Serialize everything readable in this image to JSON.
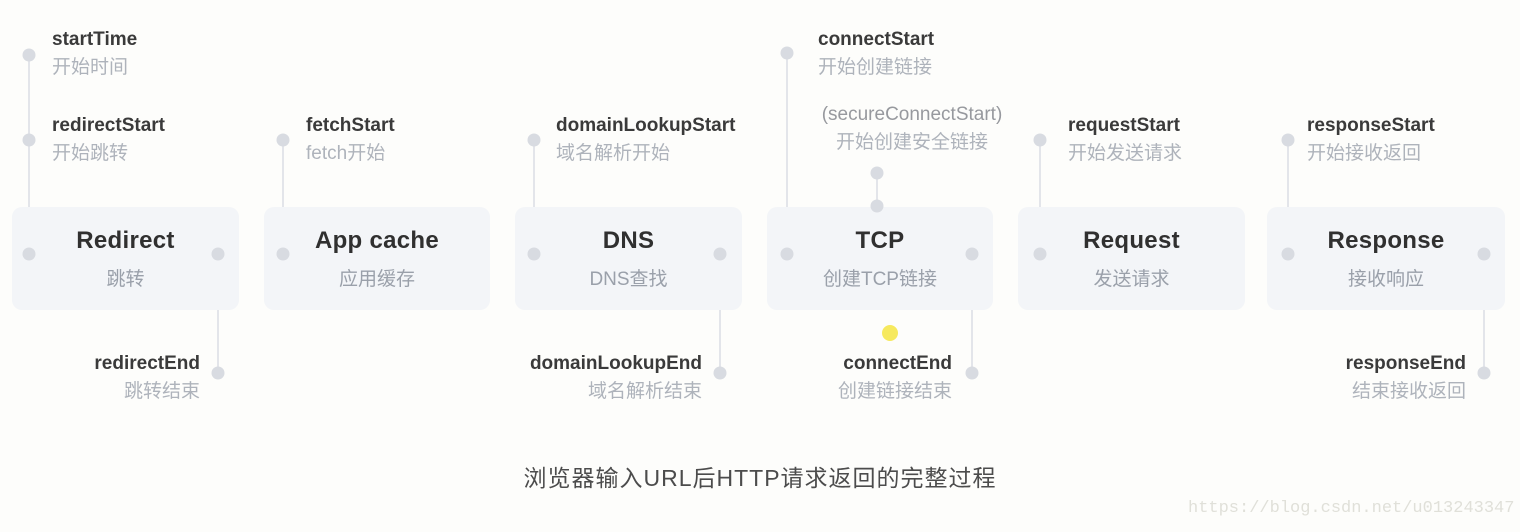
{
  "caption": "浏览器输入URL后HTTP请求返回的完整过程",
  "watermark": "https://blog.csdn.net/u013243347",
  "colors": {
    "box_background": "#f3f5f8",
    "box_title": "#303030",
    "box_subtitle": "#9aa0aa",
    "event_en": "#3a3a3a",
    "event_zh": "#aeb3bb",
    "connector": "#e3e5ea",
    "dot": "#d8dbe1",
    "yellow_marker": "#f6e95e",
    "caption_text": "#4c4c4c",
    "watermark_text": "#e0e0d9"
  },
  "phases": [
    {
      "title": "Redirect",
      "subtitle": "跳转"
    },
    {
      "title": "App cache",
      "subtitle": "应用缓存"
    },
    {
      "title": "DNS",
      "subtitle": "DNS查找"
    },
    {
      "title": "TCP",
      "subtitle": "创建TCP链接"
    },
    {
      "title": "Request",
      "subtitle": "发送请求"
    },
    {
      "title": "Response",
      "subtitle": "接收响应"
    }
  ],
  "events": {
    "startTime": {
      "en": "startTime",
      "zh": "开始时间"
    },
    "redirectStart": {
      "en": "redirectStart",
      "zh": "开始跳转"
    },
    "redirectEnd": {
      "en": "redirectEnd",
      "zh": "跳转结束"
    },
    "fetchStart": {
      "en": "fetchStart",
      "zh": "fetch开始"
    },
    "domainLookupStart": {
      "en": "domainLookupStart",
      "zh": "域名解析开始"
    },
    "domainLookupEnd": {
      "en": "domainLookupEnd",
      "zh": "域名解析结束"
    },
    "connectStart": {
      "en": "connectStart",
      "zh": "开始创建链接"
    },
    "secureConnectStart": {
      "en": "(secureConnectStart)",
      "zh": "开始创建安全链接"
    },
    "connectEnd": {
      "en": "connectEnd",
      "zh": "创建链接结束"
    },
    "requestStart": {
      "en": "requestStart",
      "zh": "开始发送请求"
    },
    "responseStart": {
      "en": "responseStart",
      "zh": "开始接收返回"
    },
    "responseEnd": {
      "en": "responseEnd",
      "zh": "结束接收返回"
    }
  }
}
